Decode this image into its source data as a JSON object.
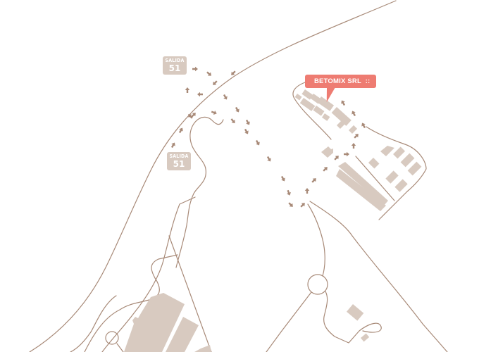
{
  "map": {
    "type": "location-map",
    "colors": {
      "background": "#ffffff",
      "road": "#a88a78",
      "building": "#d8cac0",
      "poi_accent": "#ee7c72",
      "badge_text": "#ffffff"
    }
  },
  "exits": [
    {
      "label": "SALIDA",
      "number": "51"
    },
    {
      "label": "SALIDA",
      "number": "51"
    }
  ],
  "poi": {
    "name": "BETOMIX SRL",
    "icon": "grid-dots-icon",
    "icon_glyph": "::"
  },
  "route": {
    "marker": "direction-arrow-icon"
  }
}
